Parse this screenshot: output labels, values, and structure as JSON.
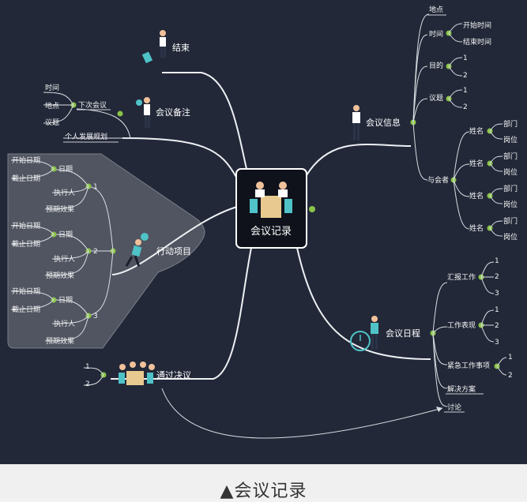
{
  "caption": "▲会议记录",
  "center": {
    "label": "会议记录"
  },
  "branches": {
    "end": {
      "label": "结束"
    },
    "notes": {
      "label": "会议备注",
      "next_meeting": {
        "label": "下次会议",
        "items": [
          "时间",
          "地点",
          "议题"
        ]
      },
      "plan": "个人发展规划"
    },
    "actions": {
      "label": "行动项目",
      "groups": [
        {
          "num": "1",
          "date": "日期",
          "start": "开始日期",
          "end": "截止日期",
          "owner": "执行人",
          "effect": "预期效果"
        },
        {
          "num": "2",
          "date": "日期",
          "start": "开始日期",
          "end": "截止日期",
          "owner": "执行人",
          "effect": "预期效果"
        },
        {
          "num": "3",
          "date": "日期",
          "start": "开始日期",
          "end": "截止日期",
          "owner": "执行人",
          "effect": "预期效果"
        }
      ]
    },
    "resolutions": {
      "label": "通过决议",
      "items": [
        "1",
        "2"
      ]
    },
    "info": {
      "label": "会议信息",
      "place": "地点",
      "time": {
        "label": "时间",
        "start": "开始时间",
        "end": "结束时间"
      },
      "goal": {
        "label": "目的",
        "items": [
          "1",
          "2"
        ]
      },
      "topic": {
        "label": "议题",
        "items": [
          "1",
          "2"
        ]
      },
      "attendees": {
        "label": "与会者",
        "people": [
          {
            "name": "姓名",
            "dept": "部门",
            "post": "岗位"
          },
          {
            "name": "姓名",
            "dept": "部门",
            "post": "岗位"
          },
          {
            "name": "姓名",
            "dept": "部门",
            "post": "岗位"
          },
          {
            "name": "姓名",
            "dept": "部门",
            "post": "岗位"
          }
        ]
      }
    },
    "agenda": {
      "label": "会议日程",
      "report": {
        "label": "汇报工作",
        "items": [
          "1",
          "2",
          "3"
        ]
      },
      "performance": {
        "label": "工作表现",
        "items": [
          "1",
          "2",
          "3"
        ]
      },
      "urgent": {
        "label": "紧急工作事项",
        "items": [
          "1",
          "2"
        ]
      },
      "solution": "解决方案",
      "discussion": "讨论"
    }
  },
  "colors": {
    "background": "#222838",
    "node_dot": "#8bc34a",
    "line": "#d9dde2",
    "accent": "#4fc3c7"
  }
}
